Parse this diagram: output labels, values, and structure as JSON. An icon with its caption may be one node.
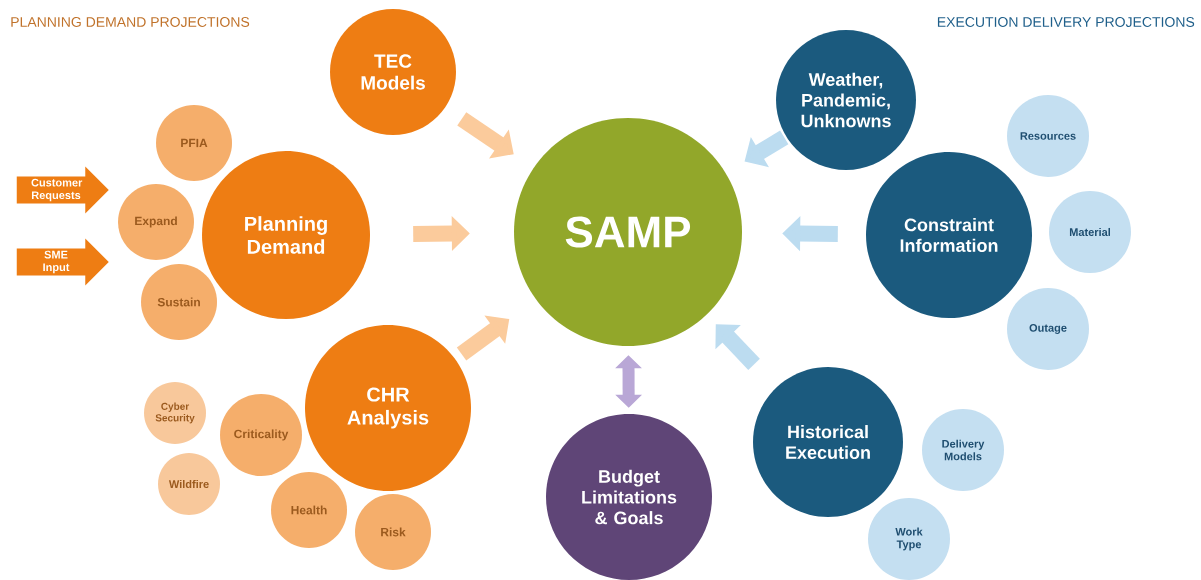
{
  "diagram": {
    "nodes": [
      {
        "text": [
          "SAMP"
        ]
      },
      {
        "text": [
          "TEC Models"
        ]
      },
      {
        "text": [
          "PFIA"
        ]
      },
      {
        "text": [
          "Customer Requests"
        ]
      },
      {
        "text": [
          "Expand"
        ]
      },
      {
        "text": [
          "Planning Demand"
        ]
      },
      {
        "text": [
          "SME Input"
        ]
      },
      {
        "text": [
          "Sustain"
        ]
      },
      {
        "text": [
          "CHR Analysis"
        ]
      },
      {
        "text": [
          "Cyber Security"
        ]
      },
      {
        "text": [
          "Criticality"
        ]
      },
      {
        "text": [
          "Wildfire"
        ]
      },
      {
        "text": [
          "Health"
        ]
      },
      {
        "text": [
          "Risk"
        ]
      },
      {
        "text": [
          "Budget Limitations & Goals"
        ]
      },
      {
        "text": [
          "Weather, Pandemic, Unknowns"
        ]
      },
      {
        "text": [
          "Resources"
        ]
      },
      {
        "text": [
          "Constraint Information"
        ]
      },
      {
        "text": [
          "Material"
        ]
      },
      {
        "text": [
          "Outage"
        ]
      },
      {
        "text": [
          "Historical Execution"
        ]
      },
      {
        "text": [
          "Delivery Models"
        ]
      },
      {
        "text": [
          "Work Type"
        ]
      }
    ],
    "edges": [
      {
        "from": 1,
        "to": 0,
        "arrow": "to",
        "color": "#fbcb9c"
      },
      {
        "from": 5,
        "to": 0,
        "arrow": "to",
        "color": "#fbcb9c"
      },
      {
        "from": 8,
        "to": 0,
        "arrow": "to",
        "color": "#fbcb9c"
      },
      {
        "from": 15,
        "to": 0,
        "arrow": "to",
        "color": "#bcdcf0"
      },
      {
        "from": 17,
        "to": 0,
        "arrow": "to",
        "color": "#bcdcf0"
      },
      {
        "from": 20,
        "to": 0,
        "arrow": "to",
        "color": "#bcdcf0"
      },
      {
        "from": 14,
        "to": 0,
        "arrow": "both",
        "color": "#b9a7d6"
      }
    ],
    "labels": [
      "PLANNING DEMAND PROJECTIONS",
      "EXECUTION DELIVERY PROJECTIONS"
    ]
  }
}
